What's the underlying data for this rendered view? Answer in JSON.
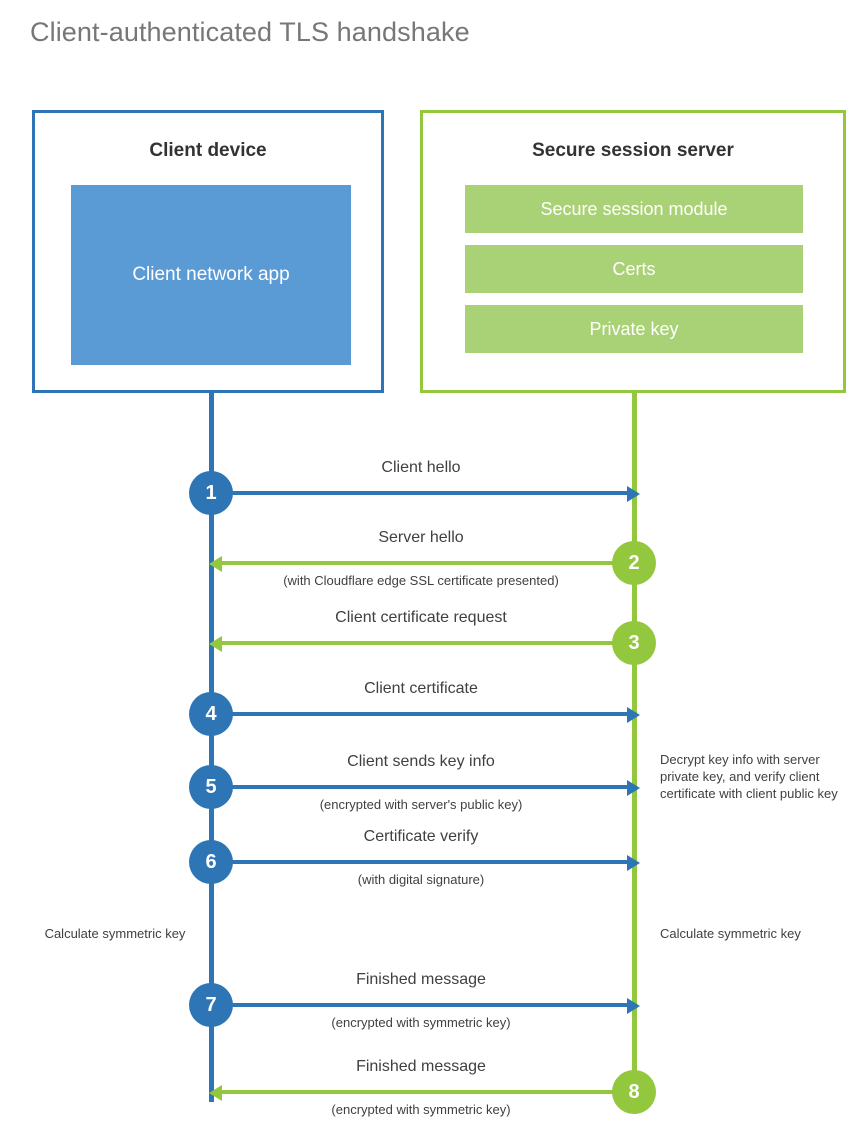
{
  "title": "Client-authenticated TLS handshake",
  "colors": {
    "client_accent": "#2e75b6",
    "server_accent": "#93c83e",
    "client_app_fill": "#5b9bd5",
    "server_module_fill": "#a9d276",
    "title_text": "#777777",
    "body_text": "#404040"
  },
  "parties": {
    "client": {
      "title": "Client device",
      "app_label": "Client network app"
    },
    "server": {
      "title": "Secure session server",
      "modules": [
        {
          "label": "Secure session module"
        },
        {
          "label": "Certs"
        },
        {
          "label": "Private key"
        }
      ]
    }
  },
  "steps": [
    {
      "number": "1",
      "label": "Client hello",
      "sublabel": "",
      "direction": "client-to-server",
      "actor": "client"
    },
    {
      "number": "2",
      "label": "Server hello",
      "sublabel": "(with Cloudflare edge SSL certificate presented)",
      "direction": "server-to-client",
      "actor": "server"
    },
    {
      "number": "3",
      "label": "Client certificate request",
      "sublabel": "",
      "direction": "server-to-client",
      "actor": "server"
    },
    {
      "number": "4",
      "label": "Client certificate",
      "sublabel": "",
      "direction": "client-to-server",
      "actor": "client"
    },
    {
      "number": "5",
      "label": "Client sends key info",
      "sublabel": "(encrypted with server's public key)",
      "direction": "client-to-server",
      "actor": "client"
    },
    {
      "number": "6",
      "label": "Certificate verify",
      "sublabel": "(with digital signature)",
      "direction": "client-to-server",
      "actor": "client"
    },
    {
      "number": "7",
      "label": "Finished message",
      "sublabel": "(encrypted with symmetric key)",
      "direction": "client-to-server",
      "actor": "client"
    },
    {
      "number": "8",
      "label": "Finished message",
      "sublabel": "(encrypted with symmetric key)",
      "direction": "server-to-client",
      "actor": "server"
    }
  ],
  "annotations": {
    "server_decrypt": "Decrypt key info with server private key, and verify client certificate with client public key",
    "client_calc_key": "Calculate symmetric key",
    "server_calc_key": "Calculate symmetric key"
  }
}
